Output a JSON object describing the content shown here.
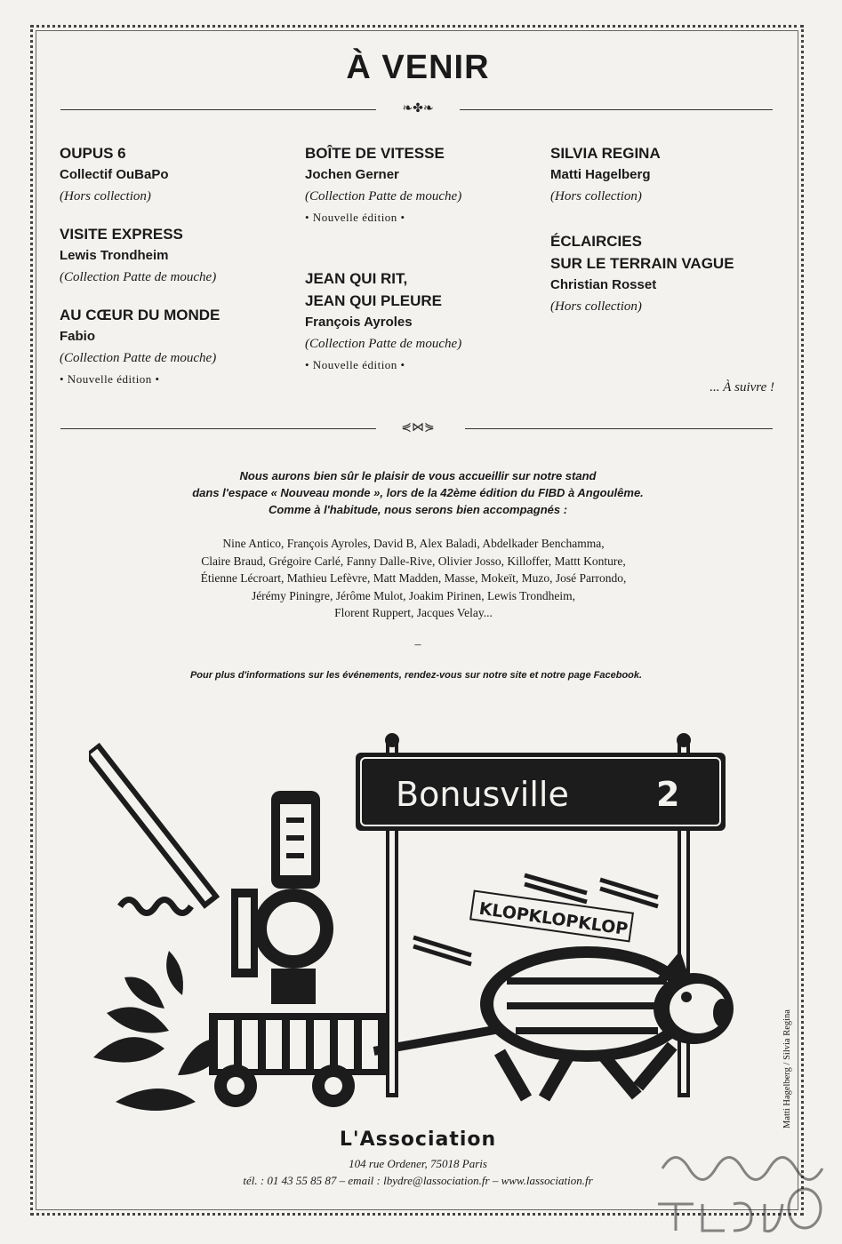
{
  "heading": {
    "title": "À VENIR"
  },
  "columns": [
    [
      {
        "title": "OUPUS 6",
        "author": "Collectif OuBaPo",
        "collection": "(Hors collection)",
        "note": ""
      },
      {
        "title": "VISITE EXPRESS",
        "author": "Lewis Trondheim",
        "collection": "(Collection Patte de mouche)",
        "note": ""
      },
      {
        "title": "AU CŒUR DU MONDE",
        "author": "Fabio",
        "collection": "(Collection Patte de mouche)",
        "note": "• Nouvelle édition •"
      }
    ],
    [
      {
        "title": "BOÎTE DE VITESSE",
        "author": "Jochen Gerner",
        "collection": "(Collection Patte de mouche)",
        "note": "• Nouvelle édition •"
      },
      {
        "title": "JEAN QUI RIT,\nJEAN QUI PLEURE",
        "author": "François Ayroles",
        "collection": "(Collection Patte de mouche)",
        "note": "• Nouvelle édition •"
      }
    ],
    [
      {
        "title": "SILVIA REGINA",
        "author": "Matti Hagelberg",
        "collection": "(Hors collection)",
        "note": ""
      },
      {
        "title": "ÉCLAIRCIES\nSUR LE TERRAIN VAGUE",
        "author": "Christian Rosset",
        "collection": "(Hors collection)",
        "note": ""
      }
    ]
  ],
  "a_suivre": "... À suivre !",
  "intro": {
    "line1": "Nous aurons bien sûr le plaisir de vous accueillir sur notre stand",
    "line2": "dans l'espace « Nouveau monde », lors de la 42ème édition du FIBD à Angoulême.",
    "line3": "Comme à l'habitude, nous serons bien accompagnés :"
  },
  "artists": [
    "Nine Antico, François Ayroles, David B, Alex Baladi, Abdelkader Benchamma,",
    "Claire Braud, Grégoire Carlé, Fanny Dalle-Rive, Olivier Josso, Killoffer, Mattt Konture,",
    "Étienne Lécroart, Mathieu Lefèvre, Matt Madden, Masse, Mokeït, Muzo, José Parrondo,",
    "Jérémy Piningre, Jérôme Mulot, Joakim Pirinen, Lewis Trondheim,",
    "Florent Ruppert, Jacques Velay..."
  ],
  "dash": "–",
  "more_info": "Pour plus d'informations sur les événements, rendez-vous sur notre site et notre page Facebook.",
  "illustration": {
    "sign_text": "Bonusville",
    "sign_number": "2",
    "sound": "KLOPKLOPKLOP"
  },
  "credit": "Matti Hagelberg / Silvia Regina",
  "footer": {
    "logo": "L'Association",
    "address": "104 rue Ordener, 75018 Paris",
    "contact": "tél. : 01 43 55 85 87 – email : lbydre@lassociation.fr – www.lassociation.fr"
  }
}
